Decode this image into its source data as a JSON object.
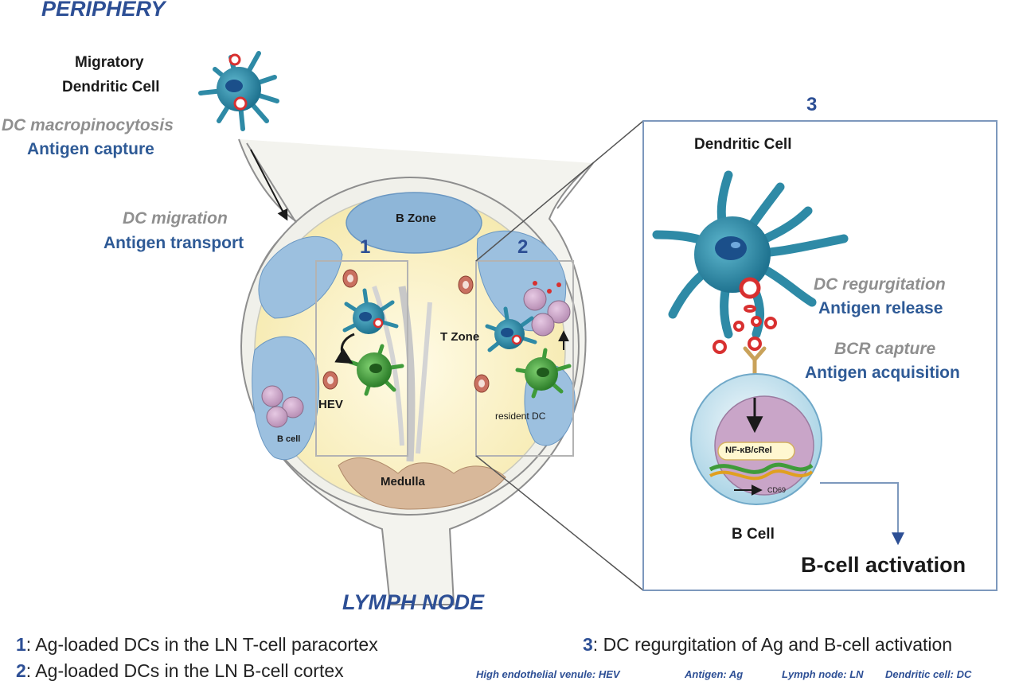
{
  "titles": {
    "periphery": "PERIPHERY",
    "lymph_node": "LYMPH NODE"
  },
  "migratory_dc": {
    "line1": "Migratory",
    "line2": "Dendritic Cell"
  },
  "step_capture": {
    "process": "DC macropinocytosis",
    "result": "Antigen capture"
  },
  "step_transport": {
    "process": "DC migration",
    "result": "Antigen transport"
  },
  "node_labels": {
    "b_zone": "B Zone",
    "t_zone": "T Zone",
    "hev": "HEV",
    "b_cell": "B cell",
    "resident_dc": "resident DC",
    "medulla": "Medulla",
    "region1": "1",
    "region2": "2"
  },
  "inset": {
    "number": "3",
    "dendritic_cell": "Dendritic Cell",
    "regurgitation": {
      "process": "DC regurgitation",
      "result": "Antigen release"
    },
    "bcr": {
      "process": "BCR capture",
      "result": "Antigen acquisition"
    },
    "nfkb": "NF-κB/cRel",
    "cd69": "CD69",
    "b_cell": "B Cell",
    "activation": "B-cell activation"
  },
  "legend": [
    {
      "key": "1",
      "text": ": Ag-loaded DCs in the LN T-cell paracortex"
    },
    {
      "key": "2",
      "text": ": Ag-loaded DCs in the LN B-cell cortex"
    },
    {
      "key": "3",
      "text": ": DC regurgitation of Ag and B-cell activation"
    }
  ],
  "abbreviations": [
    "High endothelial venule: HEV",
    "Antigen: Ag",
    "Lymph node: LN",
    "Dendritic cell: DC"
  ],
  "colors": {
    "title_blue": "#2d4f95",
    "grey_text": "#8f8f8f",
    "dc_teal": "#2e8aa6",
    "dc_green": "#3f9b3a",
    "b_cell_pink": "#c9a5c8",
    "zone_blue": "#8eb6d8",
    "node_yellow": "#fbf4cc",
    "antigen_red": "#d83030"
  }
}
